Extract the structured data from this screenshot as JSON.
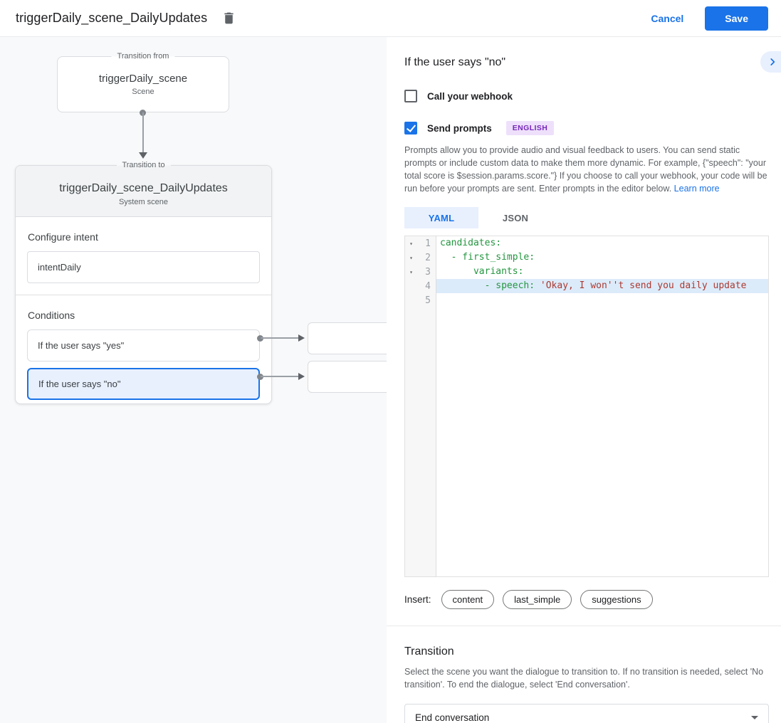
{
  "header": {
    "title": "triggerDaily_scene_DailyUpdates",
    "cancel_label": "Cancel",
    "save_label": "Save"
  },
  "canvas": {
    "from_node": {
      "legend": "Transition from",
      "title": "triggerDaily_scene",
      "subtitle": "Scene"
    },
    "to_node": {
      "legend": "Transition to",
      "title": "triggerDaily_scene_DailyUpdates",
      "subtitle": "System scene"
    },
    "intent_section": {
      "label": "Configure intent",
      "value": "intentDaily"
    },
    "conditions_section": {
      "label": "Conditions",
      "items": [
        {
          "label": "If the user says \"yes\"",
          "selected": false
        },
        {
          "label": "If the user says \"no\"",
          "selected": true
        }
      ]
    }
  },
  "panel": {
    "title": "If the user says \"no\"",
    "webhook_checkbox": {
      "label": "Call your webhook",
      "checked": false
    },
    "prompts_checkbox": {
      "label": "Send prompts",
      "checked": true,
      "badge": "ENGLISH"
    },
    "description": "Prompts allow you to provide audio and visual feedback to users. You can send static prompts or include custom data to make them more dynamic. For example, {\"speech\": \"your total score is $session.params.score.\"} If you choose to call your webhook, your code will be run before your prompts are sent. Enter prompts in the editor below. ",
    "learn_more": "Learn more",
    "tabs": [
      "YAML",
      "JSON"
    ],
    "editor": {
      "lines": [
        {
          "num": 1,
          "fold": true,
          "highlight": false,
          "tokens": [
            {
              "t": "key",
              "text": "candidates:"
            }
          ]
        },
        {
          "num": 2,
          "fold": true,
          "highlight": false,
          "tokens": [
            {
              "t": "key",
              "text": "  - first_simple:"
            }
          ]
        },
        {
          "num": 3,
          "fold": true,
          "highlight": false,
          "tokens": [
            {
              "t": "key",
              "text": "      variants:"
            }
          ]
        },
        {
          "num": 4,
          "fold": false,
          "highlight": true,
          "tokens": [
            {
              "t": "key",
              "text": "        - speech: "
            },
            {
              "t": "str",
              "text": "'Okay, I won''t send you daily update"
            }
          ]
        },
        {
          "num": 5,
          "fold": false,
          "highlight": false,
          "tokens": []
        }
      ]
    },
    "insert": {
      "label": "Insert:",
      "chips": [
        "content",
        "last_simple",
        "suggestions"
      ]
    },
    "transition": {
      "title": "Transition",
      "description": "Select the scene you want the dialogue to transition to. If no transition is needed, select 'No transition'. To end the dialogue, select 'End conversation'.",
      "value": "End conversation"
    }
  },
  "colors": {
    "accent_blue": "#1a73e8",
    "selected_fill": "#e8f0fe",
    "canvas_bg": "#f8f9fa",
    "card_header_bg": "#f1f3f4",
    "code_key_green": "#23963f",
    "code_string_red": "#ac3a31",
    "code_active_line": "#dcebfa",
    "badge_purple_text": "#7627bb",
    "badge_purple_bg": "#eee0fb"
  }
}
